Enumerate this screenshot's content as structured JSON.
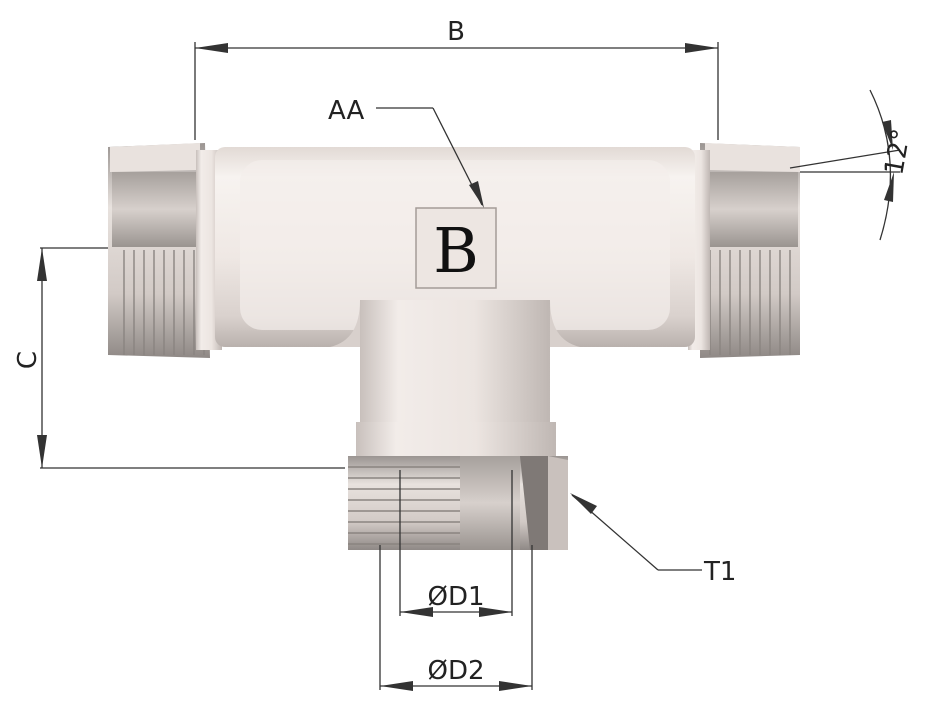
{
  "labels": {
    "dim_b": "B",
    "dim_c": "C",
    "marking": "AA",
    "stamp": "B",
    "angle": "12°",
    "thread": "T1",
    "d1": "ØD1",
    "d2": "ØD2"
  },
  "colors": {
    "body": "#ebe3de",
    "body_light": "#f6f1ee",
    "body_shadow": "#bcb4b0",
    "thread_dark": "#8d8784",
    "line": "#333333"
  }
}
